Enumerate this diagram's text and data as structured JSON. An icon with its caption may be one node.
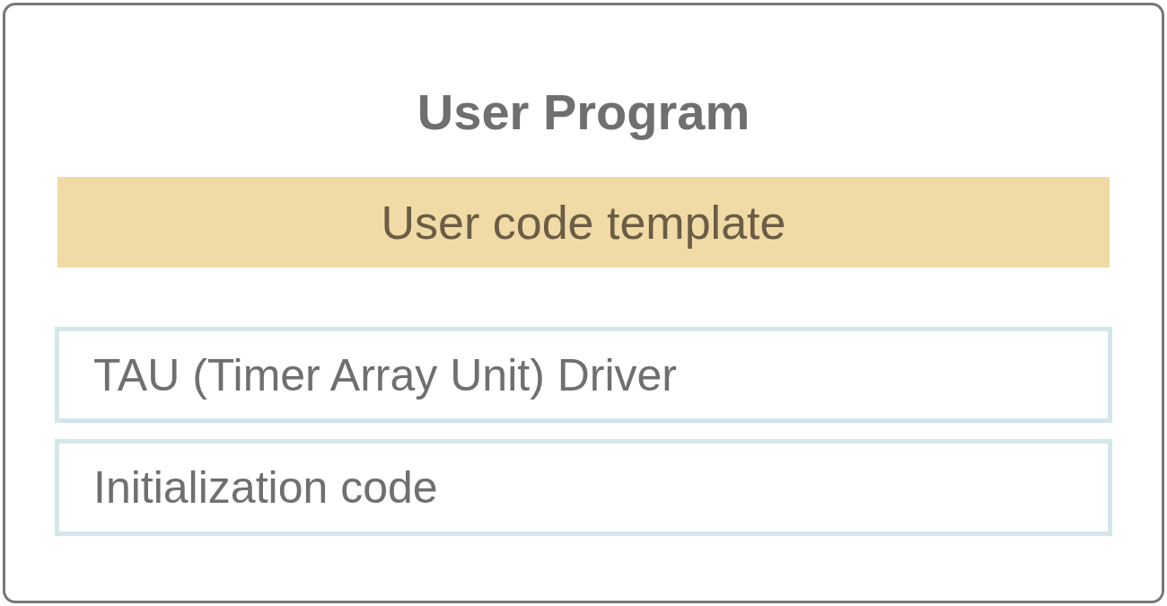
{
  "diagram": {
    "nodes": [
      {
        "text": [
          "User Program"
        ]
      },
      {
        "text": [
          "User code template"
        ],
        "in": 0
      },
      {
        "text": [
          "TAU (Timer Array Unit) Driver"
        ],
        "in": 0
      },
      {
        "text": [
          "Initialization code"
        ],
        "in": 0
      }
    ]
  }
}
